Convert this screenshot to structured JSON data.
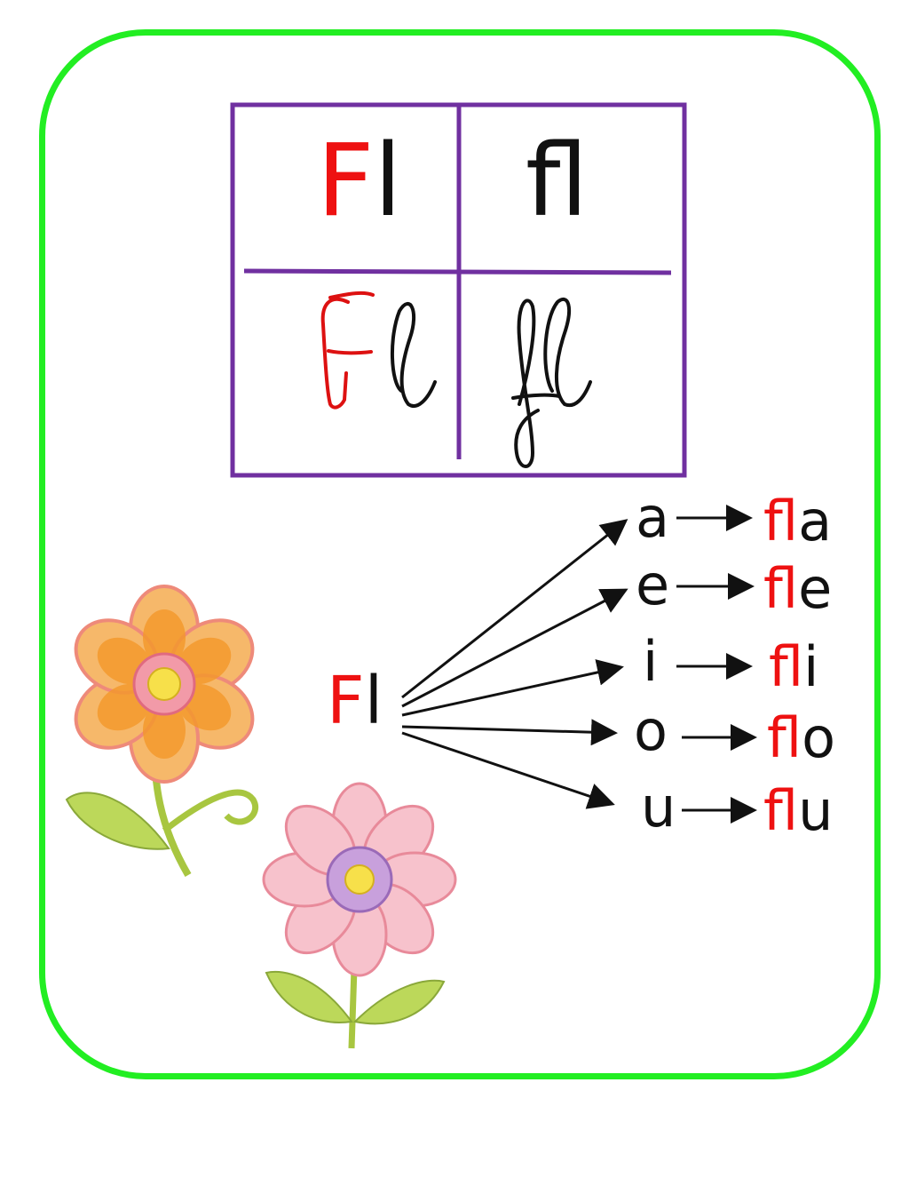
{
  "table": {
    "upper_first": "F",
    "upper_rest": "l",
    "lower": "fl"
  },
  "root": {
    "first": "F",
    "rest": "l"
  },
  "vowels": [
    "a",
    "e",
    "i",
    "o",
    "u"
  ],
  "syllables": [
    {
      "prefix": "fl",
      "vowel": "a"
    },
    {
      "prefix": "fl",
      "vowel": "e"
    },
    {
      "prefix": "fl",
      "vowel": "i"
    },
    {
      "prefix": "fl",
      "vowel": "o"
    },
    {
      "prefix": "fl",
      "vowel": "u"
    }
  ],
  "colors": {
    "frame": "#22ee22",
    "table_border": "#7030a0",
    "accent": "#ee1111",
    "text": "#111111"
  },
  "icons": [
    "orange-flower-icon",
    "pink-flower-icon"
  ]
}
